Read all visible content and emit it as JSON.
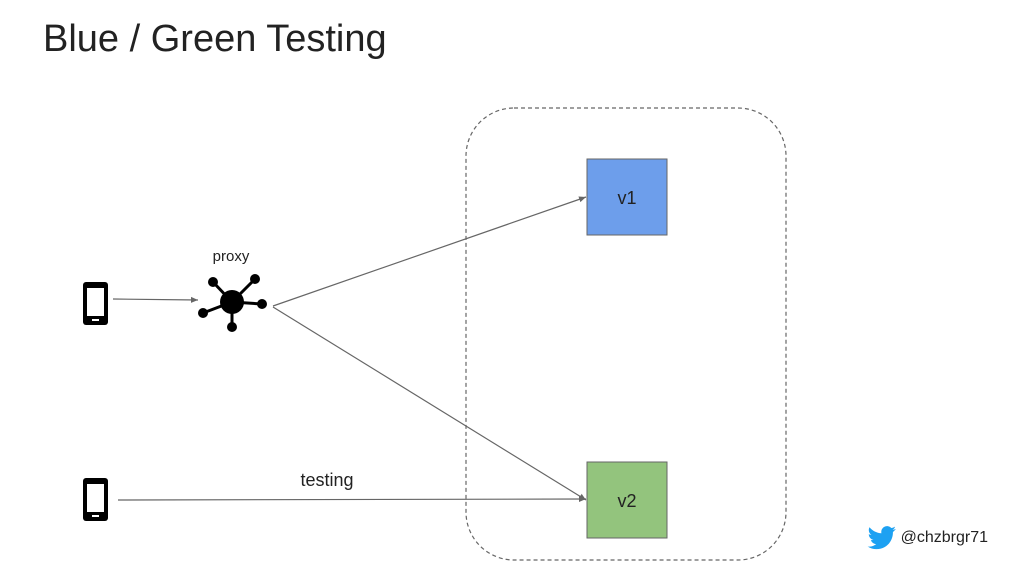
{
  "slide": {
    "title": "Blue / Green Testing",
    "handle": "@chzbrgr71"
  },
  "diagram": {
    "proxy_label": "proxy",
    "testing_label": "testing",
    "v1_label": "v1",
    "v2_label": "v2"
  },
  "colors": {
    "v1_fill": "#6d9eeb",
    "v2_fill": "#93c47d",
    "twitter_blue": "#1da1f2"
  }
}
